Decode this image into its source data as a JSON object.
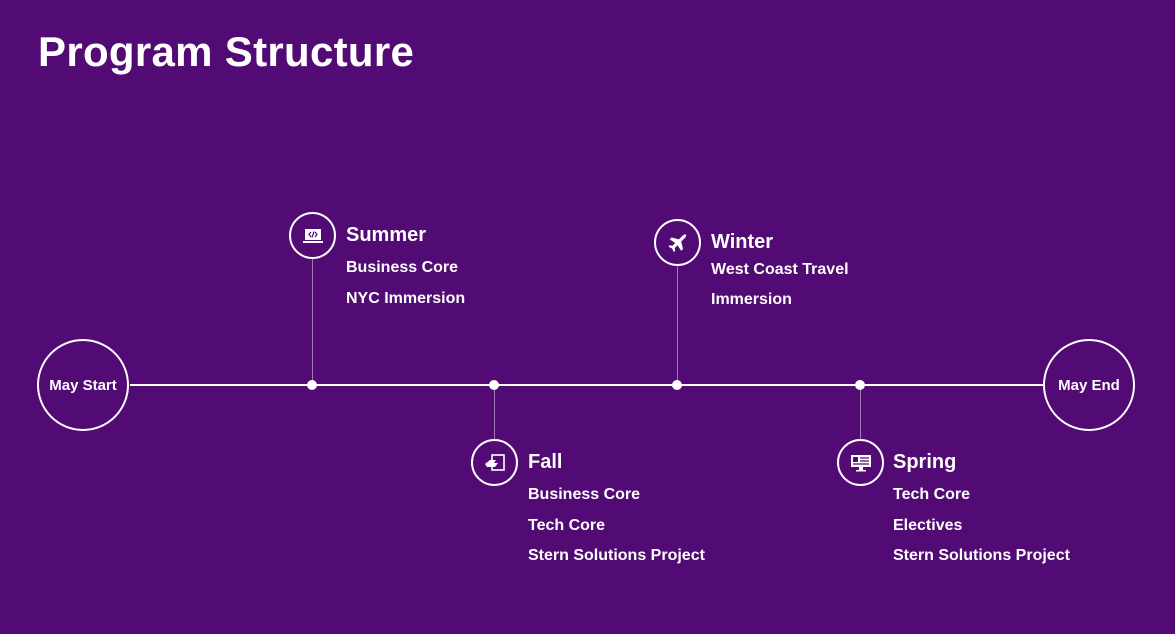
{
  "title": "Program Structure",
  "start": "May Start",
  "end": "May End",
  "phases": [
    {
      "title": "Summer",
      "icon": "laptop-code-icon",
      "items": [
        "Business Core",
        "NYC Immersion"
      ]
    },
    {
      "title": "Fall",
      "icon": "tablet-hand-icon",
      "items": [
        "Business Core",
        "Tech Core",
        "Stern Solutions Project"
      ]
    },
    {
      "title": "Winter",
      "icon": "airplane-icon",
      "items": [
        "West Coast Travel",
        "Immersion"
      ]
    },
    {
      "title": "Spring",
      "icon": "monitor-presentation-icon",
      "items": [
        "Tech Core",
        "Electives",
        "Stern Solutions Project"
      ]
    }
  ]
}
